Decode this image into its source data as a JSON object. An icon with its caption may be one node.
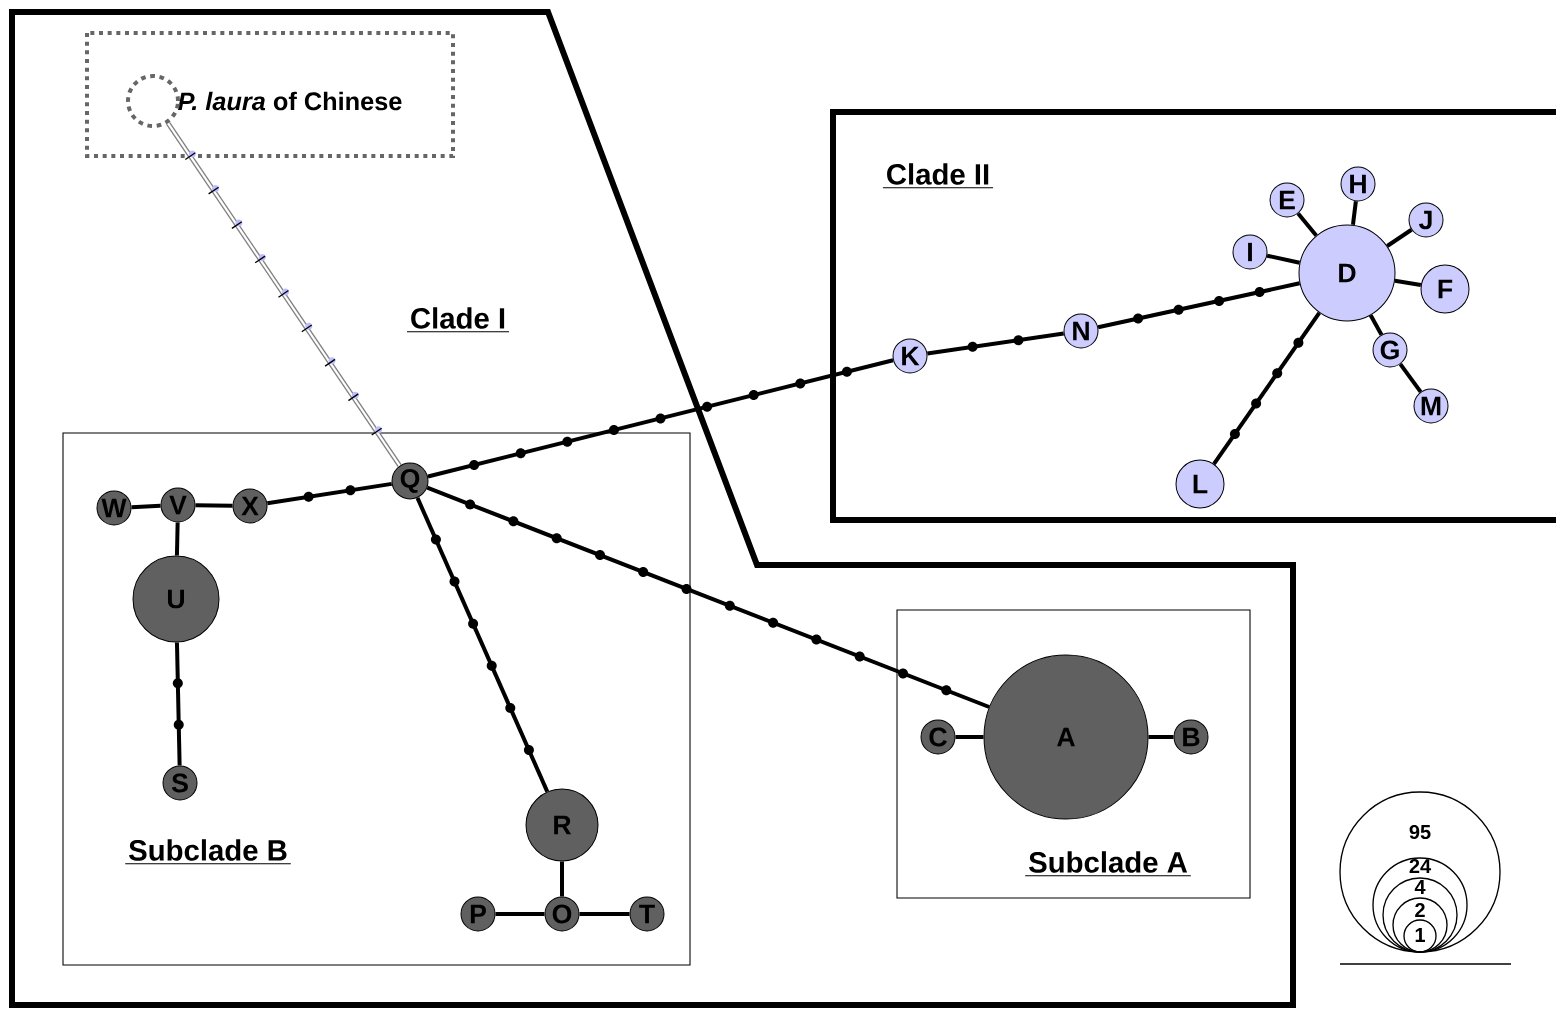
{
  "diagram": {
    "nodes": [
      {
        "text": [
          "*P. laura* of Chinese"
        ],
        "in": 2
      },
      {
        "text": [],
        "shape": "circle",
        "in": 0
      },
      {
        "text": [
          "Clade I"
        ]
      },
      {
        "text": [
          "Subclade B"
        ],
        "in": 2
      },
      {
        "text": [
          "W"
        ],
        "in": 3
      },
      {
        "text": [
          "V"
        ],
        "in": 3
      },
      {
        "text": [
          "X"
        ],
        "in": 3
      },
      {
        "text": [
          "Q"
        ],
        "in": 3
      },
      {
        "text": [
          "U"
        ],
        "in": 3
      },
      {
        "text": [
          "S"
        ],
        "in": 3
      },
      {
        "text": [
          "R"
        ],
        "in": 3
      },
      {
        "text": [
          "P"
        ],
        "in": 3
      },
      {
        "text": [
          "O"
        ],
        "in": 3
      },
      {
        "text": [
          "T"
        ],
        "in": 3
      },
      {
        "text": [
          "Subclade A"
        ],
        "in": 2
      },
      {
        "text": [
          "C"
        ],
        "in": 14
      },
      {
        "text": [
          "A"
        ],
        "in": 14
      },
      {
        "text": [
          "B"
        ],
        "in": 14
      },
      {
        "text": [
          "Clade II"
        ]
      },
      {
        "text": [
          "E"
        ],
        "in": 18
      },
      {
        "text": [
          "H"
        ],
        "in": 18
      },
      {
        "text": [
          "J"
        ],
        "in": 18
      },
      {
        "text": [
          "I"
        ],
        "in": 18
      },
      {
        "text": [
          "D"
        ],
        "in": 18
      },
      {
        "text": [
          "F"
        ],
        "in": 18
      },
      {
        "text": [
          "K"
        ],
        "in": 18
      },
      {
        "text": [
          "N"
        ],
        "in": 18
      },
      {
        "text": [
          "G"
        ],
        "in": 18
      },
      {
        "text": [
          "M"
        ],
        "in": 18
      },
      {
        "text": [
          "L"
        ],
        "in": 18
      }
    ],
    "edges": [
      {
        "from": 1,
        "to": 7,
        "arrow": "none",
        "color": "#808080"
      },
      {
        "from": 7,
        "to": 6,
        "arrow": "none"
      },
      {
        "from": 6,
        "to": 5,
        "arrow": "none"
      },
      {
        "from": 5,
        "to": 4,
        "arrow": "none"
      },
      {
        "from": 5,
        "to": 8,
        "arrow": "none"
      },
      {
        "from": 8,
        "to": 9,
        "arrow": "none"
      },
      {
        "from": 7,
        "to": 10,
        "arrow": "none"
      },
      {
        "from": 10,
        "to": 12,
        "arrow": "none"
      },
      {
        "from": 12,
        "to": 11,
        "arrow": "none"
      },
      {
        "from": 12,
        "to": 13,
        "arrow": "none"
      },
      {
        "from": 7,
        "to": 16,
        "arrow": "none"
      },
      {
        "from": 16,
        "to": 15,
        "arrow": "none"
      },
      {
        "from": 16,
        "to": 17,
        "arrow": "none"
      },
      {
        "from": 7,
        "to": 25,
        "arrow": "none"
      },
      {
        "from": 25,
        "to": 26,
        "arrow": "none"
      },
      {
        "from": 26,
        "to": 23,
        "arrow": "none"
      },
      {
        "from": 23,
        "to": 19,
        "arrow": "none"
      },
      {
        "from": 23,
        "to": 20,
        "arrow": "none"
      },
      {
        "from": 23,
        "to": 21,
        "arrow": "none"
      },
      {
        "from": 23,
        "to": 22,
        "arrow": "none"
      },
      {
        "from": 23,
        "to": 24,
        "arrow": "none"
      },
      {
        "from": 23,
        "to": 27,
        "arrow": "none"
      },
      {
        "from": 27,
        "to": 28,
        "arrow": "none"
      },
      {
        "from": 23,
        "to": 29,
        "arrow": "none"
      }
    ],
    "labels": [
      "95",
      "24",
      "4",
      "2",
      "1"
    ]
  }
}
